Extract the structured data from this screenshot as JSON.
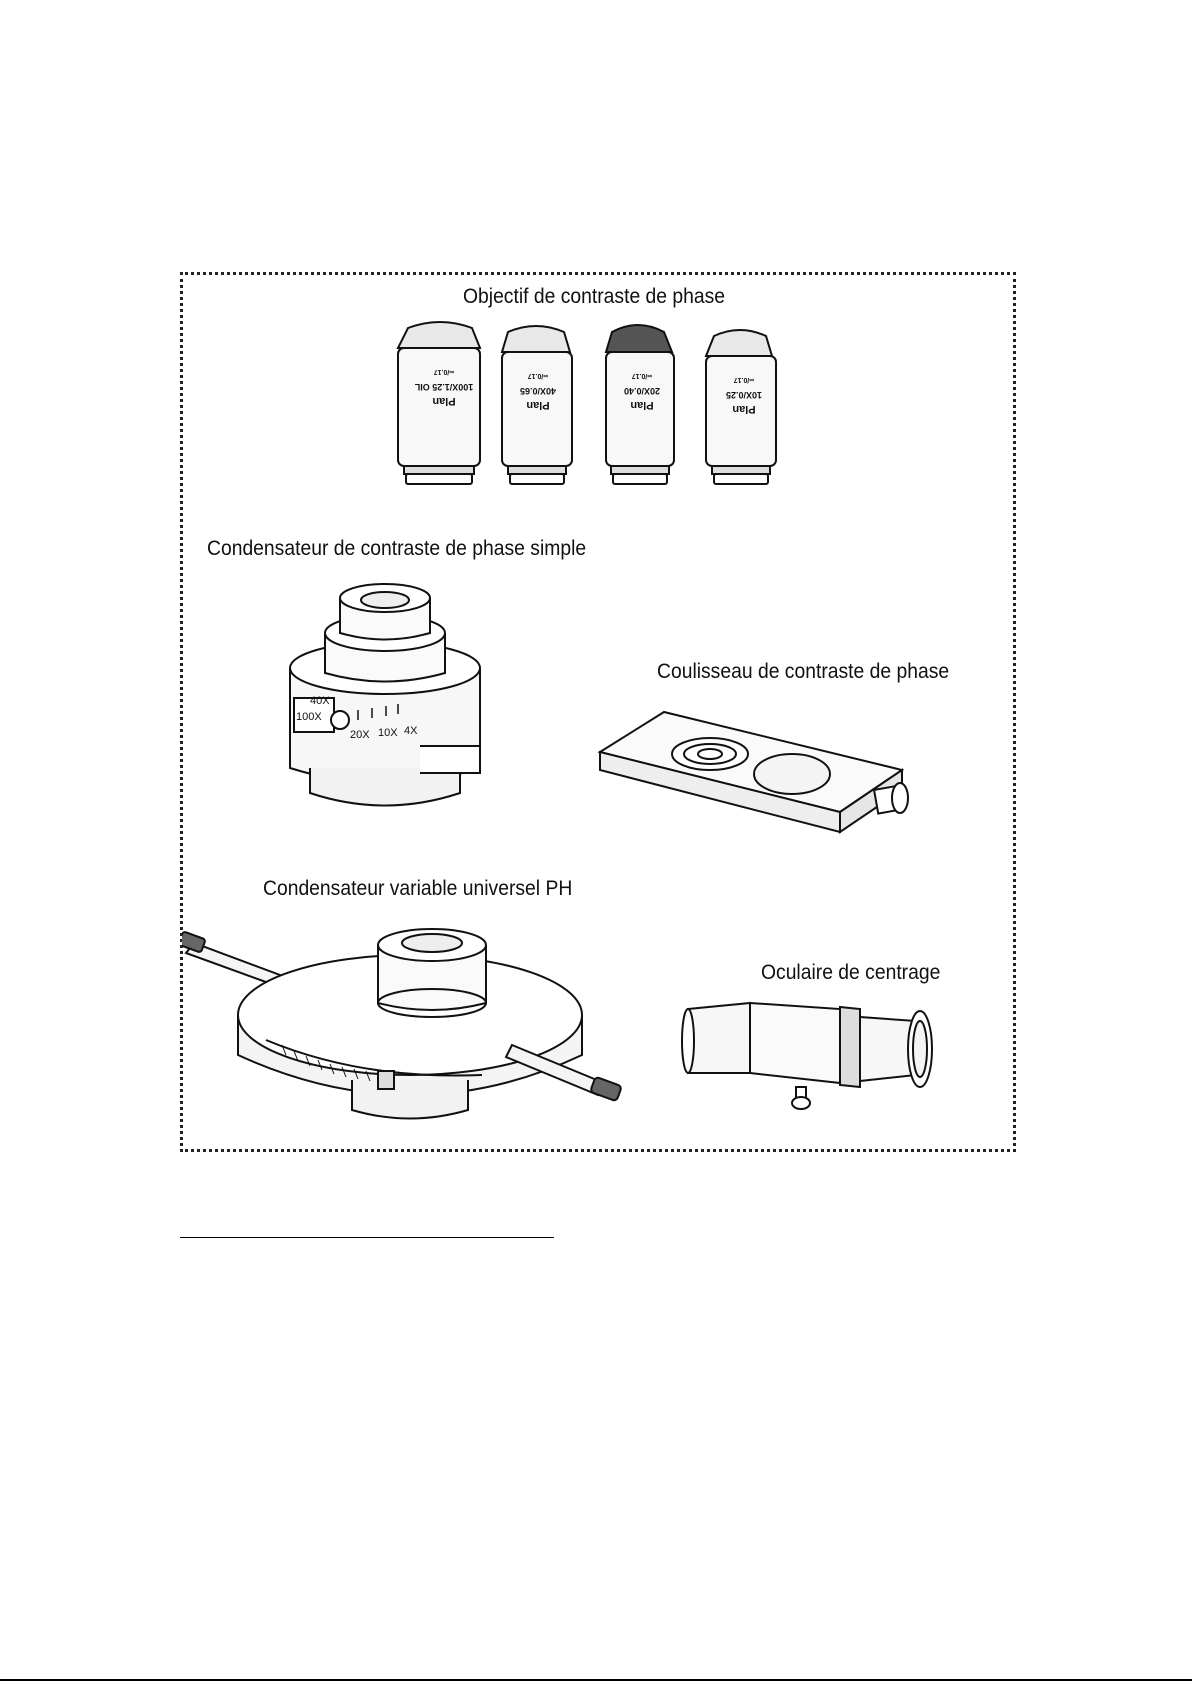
{
  "figure": {
    "objectives": {
      "title": "Objectif de contraste de phase",
      "items": [
        {
          "line1": "Plan",
          "line2": "100X/1.25 OIL",
          "line3": "∞/0.17"
        },
        {
          "line1": "Plan",
          "line2": "40X/0.65",
          "line3": "∞/0.17"
        },
        {
          "line1": "Plan",
          "line2": "20X/0.40",
          "line3": "∞/0.17"
        },
        {
          "line1": "Plan",
          "line2": "10X/0.25",
          "line3": "∞/0.17"
        }
      ]
    },
    "simple_condenser": {
      "title": "Condensateur de contraste de phase simple",
      "scale_labels": [
        "100X",
        "40X",
        "20X",
        "10X",
        "4X"
      ]
    },
    "slider": {
      "title": "Coulisseau de contraste de phase"
    },
    "universal_condenser": {
      "title": "Condensateur variable universel PH"
    },
    "centering_eyepiece": {
      "title": "Oculaire de centrage"
    }
  }
}
